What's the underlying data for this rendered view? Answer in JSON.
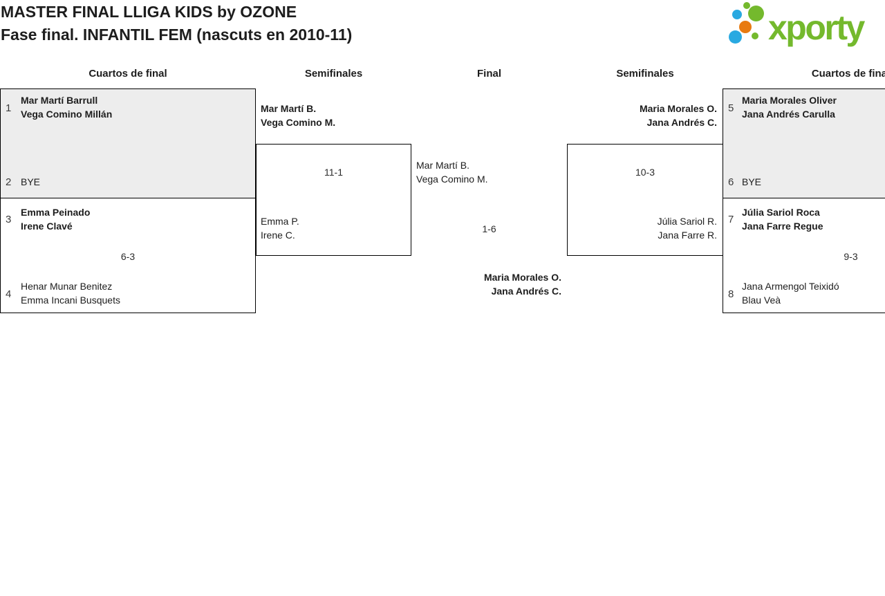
{
  "colors": {
    "green": "#74b92d",
    "blue": "#29a9e1",
    "orange": "#e87a10",
    "box_gray": "#ededed",
    "border": "#000000",
    "text": "#1d1d1d"
  },
  "header": {
    "title_line1": "MASTER FINAL LLIGA KIDS by OZONE",
    "title_line2": "Fase final. INFANTIL FEM (nascuts en 2010-11)"
  },
  "logo": {
    "wordmark": "xporty"
  },
  "round_headers": {
    "qf_left": "Cuartos de final",
    "sf_left": "Semifinales",
    "final": "Final",
    "sf_right": "Semifinales",
    "qf_right": "Cuartos de final"
  },
  "quarterfinals": {
    "match1": {
      "seed_a": "1",
      "team_a_player1": "Mar Martí Barrull",
      "team_a_player2": "Vega Comino Millán",
      "seed_b": "2",
      "team_b": "BYE"
    },
    "match2": {
      "seed_a": "3",
      "team_a_player1": "Emma Peinado",
      "team_a_player2": "Irene Clavé",
      "score": "6-3",
      "seed_b": "4",
      "team_b_player1": "Henar Munar Benitez",
      "team_b_player2": "Emma Incani Busquets"
    },
    "match3": {
      "seed_a": "5",
      "team_a_player1": "Maria Morales Oliver",
      "team_a_player2": "Jana Andrés Carulla",
      "seed_b": "6",
      "team_b": "BYE"
    },
    "match4": {
      "seed_a": "7",
      "team_a_player1": "Júlia Sariol Roca",
      "team_a_player2": "Jana Farre Regue",
      "score": "9-3",
      "seed_b": "8",
      "team_b_player1": "Jana Armengol Teixidó",
      "team_b_player2": "Blau Veà"
    }
  },
  "semifinals": {
    "left": {
      "team_a_player1": "Mar Martí B.",
      "team_a_player2": "Vega Comino M.",
      "score": "11-1",
      "team_b_player1": "Emma P.",
      "team_b_player2": "Irene C."
    },
    "right": {
      "team_a_player1": "Maria Morales O.",
      "team_a_player2": "Jana Andrés C.",
      "score": "10-3",
      "team_b_player1": "Júlia Sariol R.",
      "team_b_player2": "Jana Farre R."
    }
  },
  "final": {
    "team_a_player1": "Mar Martí B.",
    "team_a_player2": "Vega Comino M.",
    "score": "1-6",
    "team_b_player1": "Maria Morales O.",
    "team_b_player2": "Jana Andrés C."
  }
}
